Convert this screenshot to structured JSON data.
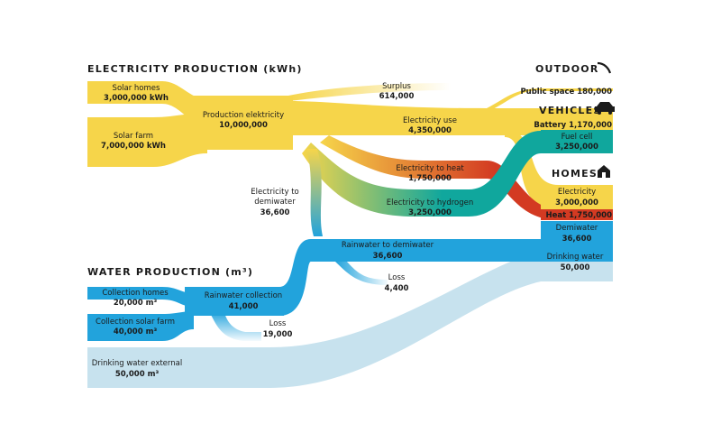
{
  "headers": {
    "electricity": "ELECTRICITY PRODUCTION (kWh)",
    "water": "WATER PRODUCTION (m³)",
    "outdoor": "OUTDOOR",
    "vehicles": "VEHICLES",
    "homes": "HOMES"
  },
  "sources": {
    "solar_homes": {
      "label": "Solar homes",
      "value": "3,000,000 kWh"
    },
    "solar_farm": {
      "label": "Solar farm",
      "value": "7,000,000 kWh"
    },
    "collection_homes": {
      "label": "Collection homes",
      "value": "20,000 m³"
    },
    "collection_solar_farm": {
      "label": "Collection solar farm",
      "value": "40,000 m³"
    },
    "drinking_external": {
      "label": "Drinking water external",
      "value": "50,000 m³"
    }
  },
  "nodes": {
    "production": {
      "label": "Production elektricity",
      "value": "10,000,000"
    },
    "surplus": {
      "label": "Surplus",
      "value": "614,000"
    },
    "electricity_use": {
      "label": "Electricity use",
      "value": "4,350,000"
    },
    "to_heat": {
      "label": "Electricity to heat",
      "value": "1,750,000"
    },
    "to_hydrogen": {
      "label": "Electricity to hydrogen",
      "value": "3,250,000"
    },
    "to_demiwater_line1": "Electricity to",
    "to_demiwater_line2": "demiwater",
    "to_demiwater_value": "36,600",
    "rain_to_demi": {
      "label": "Rainwater to demiwater",
      "value": "36,600"
    },
    "loss_small": {
      "label": "Loss",
      "value": "4,400"
    },
    "rain_collection": {
      "label": "Rainwater collection",
      "value": "41,000"
    },
    "loss_large": {
      "label": "Loss",
      "value": "19,000"
    }
  },
  "outputs": {
    "public_space": "Public space 180,000",
    "battery": "Battery 1,170,000",
    "fuel_cell": {
      "label": "Fuel cell",
      "value": "3,250,000"
    },
    "electricity": {
      "label": "Electricity",
      "value": "3,000,000"
    },
    "heat": "Heat 1,750,000",
    "demiwater": {
      "label": "Demiwater",
      "value": "36,600"
    },
    "drinking_water": {
      "label": "Drinking water",
      "value": "50,000"
    }
  },
  "colors": {
    "electricity": "#f6d54a",
    "water": "#22a3dc",
    "drinking": "#c7e2ee",
    "hydrogen": "#10a79d",
    "heat": "#d33a22"
  },
  "icons": [
    "curve-icon",
    "car-icon",
    "house-icon"
  ]
}
